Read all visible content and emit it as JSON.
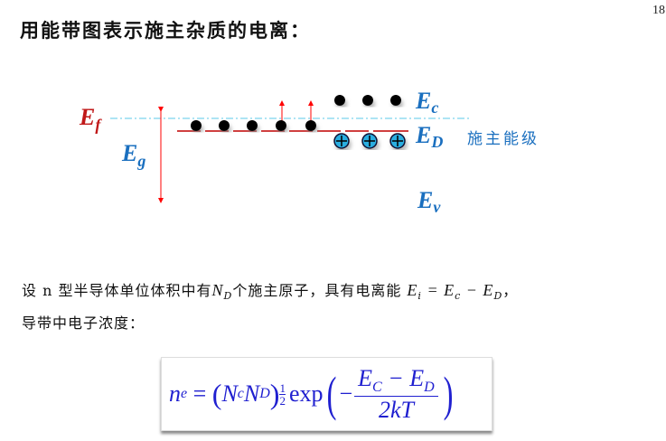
{
  "page_number": "18",
  "title": "用能带图表示施主杂质的电离：",
  "diagram": {
    "labels": {
      "Ef": "E",
      "Ef_sub": "f",
      "Eg": "E",
      "Eg_sub": "g",
      "Ec": "E",
      "Ec_sub": "c",
      "ED": "E",
      "ED_sub": "D",
      "Ev": "E",
      "Ev_sub": "v",
      "donor_level": "施主能级"
    },
    "colors": {
      "band": "#1a6fbf",
      "fermi": "#5bc8e8",
      "donor": "#d04040",
      "arrow": "#ff0000",
      "ion": "#2aaee0"
    }
  },
  "text": {
    "line1_a": "设 n 型半导体单位体积中有",
    "line1_N": "N",
    "line1_Nsub": "D",
    "line1_b": "个施主原子，具有电离能 ",
    "line1_eq": "E",
    "line1_eq_sub": "i",
    "line1_eq2": " = E",
    "line1_eq2_sub": "c",
    "line1_eq3": " − E",
    "line1_eq3_sub": "D",
    "line1_end": "，",
    "line2": "导带中电子浓度："
  },
  "formula": {
    "lhs": "n",
    "lhs_sub": "e",
    "eq": " = ",
    "lp": "(",
    "N1": "N",
    "N1_sub": "c",
    "N2": "N",
    "N2_sub": "D",
    "rp": ")",
    "exp_num": "1",
    "exp_den": "2",
    "exp": "exp",
    "minus": "−",
    "num": "E",
    "num_sub1": "C",
    "num_mid": " − E",
    "num_sub2": "D",
    "den": "2kT"
  }
}
